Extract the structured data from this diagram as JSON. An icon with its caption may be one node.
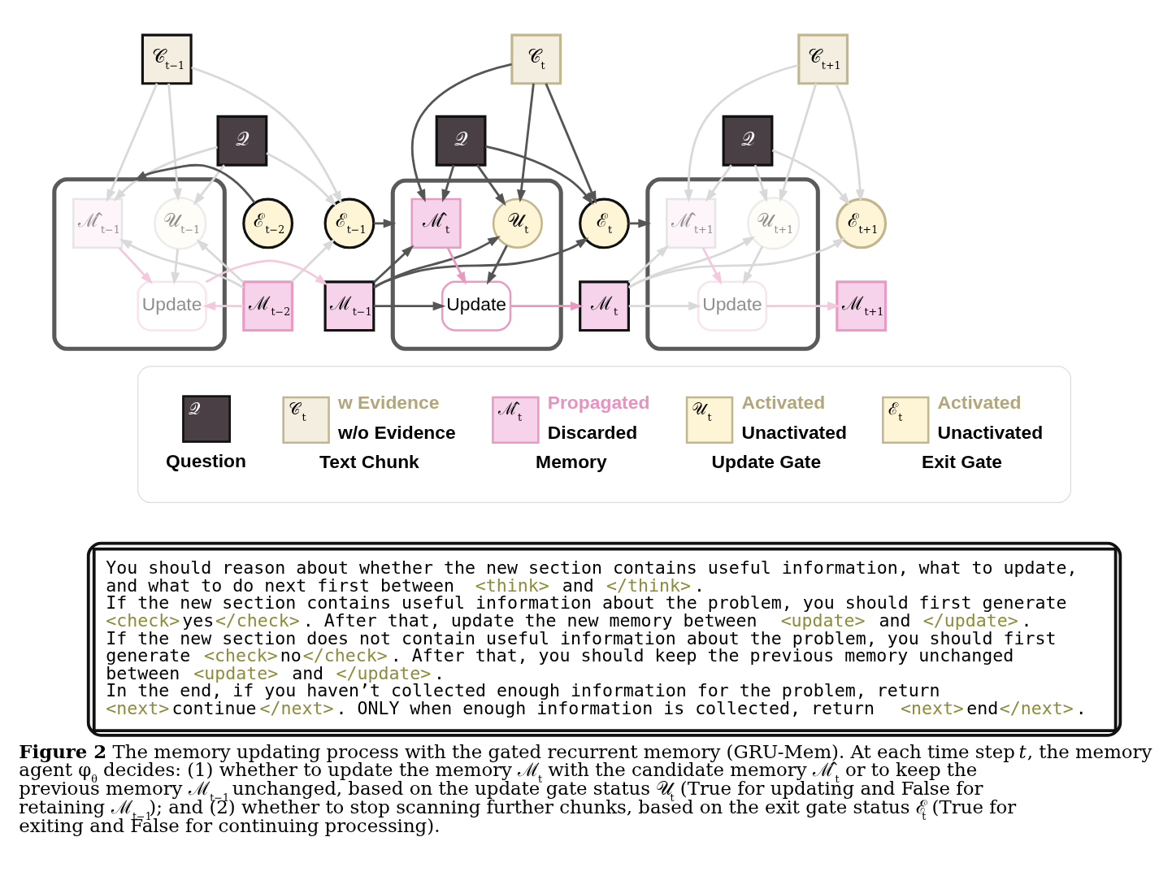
{
  "diagram": {
    "caption": "**Figure 2** The memory updating process with the gated recurrent memory (GRU-Mem). At each time step *t*, the memory agent φ$_{θ}$ decides: (1) whether to update the memory ℳ$_{t}$ with the candidate memory ℳ̂$_{t}$ or to keep the previous memory ℳ$_{t−1}$ unchanged, based on the update gate status 𝒰$_{t}$ (True for updating and False for retaining ℳ$_{t−1}$); and (2) whether to stop scanning further chunks, based on the exit gate status ℰ$_{t}$ (True for exiting and False for continuing processing).",
    "nodes": [
      {
        "text": [
          "𝒞$_{t−1}$"
        ]
      },
      {
        "text": [
          "𝒬"
        ]
      },
      {
        "text": [
          "ℰ$_{t−2}$"
        ]
      },
      {
        "text": [
          "ℳ$_{t−2}$"
        ]
      },
      {
        "text": [],
        "shape": "box"
      },
      {
        "text": [
          "ℳ̂$_{t−1}$"
        ],
        "in": 4
      },
      {
        "text": [
          "𝒰$_{t−1}$"
        ],
        "in": 4
      },
      {
        "text": [
          "Update"
        ],
        "in": 4
      },
      {
        "text": [
          "𝒬"
        ]
      },
      {
        "text": [
          "ℰ$_{t−1}$"
        ]
      },
      {
        "text": [
          "ℳ$_{t−1}$"
        ]
      },
      {
        "text": [
          "𝒞$_{t}$"
        ]
      },
      {
        "text": [],
        "shape": "box"
      },
      {
        "text": [
          "ℳ̂$_{t}$"
        ],
        "in": 12
      },
      {
        "text": [
          "𝒰$_{t}$"
        ],
        "in": 12
      },
      {
        "text": [
          "Update"
        ],
        "in": 12
      },
      {
        "text": [
          "𝒬"
        ]
      },
      {
        "text": [
          "ℰ$_{t}$"
        ]
      },
      {
        "text": [
          "ℳ$_{t}$"
        ]
      },
      {
        "text": [
          "𝒞$_{t+1}$"
        ]
      },
      {
        "text": [],
        "shape": "box"
      },
      {
        "text": [
          "ℳ̂$_{t+1}$"
        ],
        "in": 20
      },
      {
        "text": [
          "𝒰$_{t+1}$"
        ],
        "in": 20
      },
      {
        "text": [
          "Update"
        ],
        "in": 20
      },
      {
        "text": [
          "ℰ$_{t+1}$"
        ]
      },
      {
        "text": [
          "ℳ$_{t+1}$"
        ]
      }
    ],
    "edges": [
      {
        "from": 0,
        "to": 5,
        "arrow": "to",
        "color": "#d9d9d9"
      },
      {
        "from": 0,
        "to": 6,
        "arrow": "to",
        "color": "#d9d9d9"
      },
      {
        "from": 0,
        "to": 9,
        "arrow": "to",
        "color": "#d9d9d9"
      },
      {
        "from": 1,
        "to": 5,
        "arrow": "to",
        "color": "#d9d9d9"
      },
      {
        "from": 1,
        "to": 6,
        "arrow": "to",
        "color": "#d9d9d9"
      },
      {
        "from": 1,
        "to": 9,
        "arrow": "to",
        "color": "#d9d9d9"
      },
      {
        "from": 3,
        "to": 5,
        "arrow": "to",
        "color": "#d9d9d9"
      },
      {
        "from": 3,
        "to": 6,
        "arrow": "to",
        "color": "#d9d9d9"
      },
      {
        "from": 3,
        "to": 9,
        "arrow": "to",
        "color": "#d9d9d9"
      },
      {
        "from": 3,
        "to": 7,
        "arrow": "to",
        "color": "#f3c9dd"
      },
      {
        "from": 5,
        "to": 7,
        "arrow": "to",
        "color": "#f3c9dd"
      },
      {
        "from": 6,
        "to": 7,
        "arrow": "to",
        "color": "#d9d9d9"
      },
      {
        "from": 7,
        "to": 10,
        "arrow": "to",
        "color": "#f3c9dd"
      },
      {
        "from": 2,
        "to": 4,
        "arrow": "to",
        "color": "#555555"
      },
      {
        "from": 11,
        "to": 13,
        "arrow": "to",
        "color": "#555555"
      },
      {
        "from": 11,
        "to": 14,
        "arrow": "to",
        "color": "#555555"
      },
      {
        "from": 11,
        "to": 17,
        "arrow": "to",
        "color": "#555555"
      },
      {
        "from": 8,
        "to": 13,
        "arrow": "to",
        "color": "#555555"
      },
      {
        "from": 8,
        "to": 14,
        "arrow": "to",
        "color": "#555555"
      },
      {
        "from": 8,
        "to": 17,
        "arrow": "to",
        "color": "#555555"
      },
      {
        "from": 10,
        "to": 13,
        "arrow": "to",
        "color": "#555555"
      },
      {
        "from": 10,
        "to": 14,
        "arrow": "to",
        "color": "#555555"
      },
      {
        "from": 10,
        "to": 17,
        "arrow": "to",
        "color": "#555555"
      },
      {
        "from": 10,
        "to": 15,
        "arrow": "to",
        "color": "#555555"
      },
      {
        "from": 13,
        "to": 15,
        "arrow": "to",
        "color": "#e899bf"
      },
      {
        "from": 14,
        "to": 15,
        "arrow": "to",
        "color": "#555555"
      },
      {
        "from": 15,
        "to": 18,
        "arrow": "to",
        "color": "#e899bf"
      },
      {
        "from": 9,
        "to": 12,
        "arrow": "to",
        "color": "#555555"
      },
      {
        "from": 19,
        "to": 21,
        "arrow": "to",
        "color": "#d9d9d9"
      },
      {
        "from": 19,
        "to": 22,
        "arrow": "to",
        "color": "#d9d9d9"
      },
      {
        "from": 19,
        "to": 24,
        "arrow": "to",
        "color": "#d9d9d9"
      },
      {
        "from": 16,
        "to": 21,
        "arrow": "to",
        "color": "#d9d9d9"
      },
      {
        "from": 16,
        "to": 22,
        "arrow": "to",
        "color": "#d9d9d9"
      },
      {
        "from": 16,
        "to": 24,
        "arrow": "to",
        "color": "#d9d9d9"
      },
      {
        "from": 18,
        "to": 21,
        "arrow": "to",
        "color": "#d9d9d9"
      },
      {
        "from": 18,
        "to": 22,
        "arrow": "to",
        "color": "#d9d9d9"
      },
      {
        "from": 18,
        "to": 24,
        "arrow": "to",
        "color": "#d9d9d9"
      },
      {
        "from": 18,
        "to": 23,
        "arrow": "to",
        "color": "#d9d9d9"
      },
      {
        "from": 21,
        "to": 23,
        "arrow": "to",
        "color": "#f3c9dd"
      },
      {
        "from": 22,
        "to": 23,
        "arrow": "to",
        "color": "#d9d9d9"
      },
      {
        "from": 23,
        "to": 25,
        "arrow": "to",
        "color": "#f3c9dd"
      },
      {
        "from": 17,
        "to": 20,
        "arrow": "to",
        "color": "#555555"
      }
    ],
    "labels": [
      "𝒬",
      "𝒞$_{t}$",
      "ℳ̂$_{t}$",
      "𝒰$_{t}$",
      "ℰ$_{t}$",
      "You should reason about whether the new section contains useful information, what to update, and what to do next first between <think> and </think>.",
      "If the new section contains useful information about the problem, you should first generate <check>yes</check>. After that, update the new memory between <update> and </update>.",
      "If the new section does not contain useful information about the problem, you should first generate <check>no</check>. After that, you should keep the previous memory unchanged between <update> and </update>.",
      "In the end, if you haven’t collected enough information for the problem, return <next>continue</next>. ONLY when enough information is collected, return <next>end</next>."
    ],
    "legend": [
      {
        "text": "Question"
      },
      {
        "text": "w Evidence"
      },
      {
        "text": "w/o Evidence"
      },
      {
        "text": "Text Chunk"
      },
      {
        "text": "Propagated"
      },
      {
        "text": "Discarded"
      },
      {
        "text": "Memory"
      },
      {
        "text": "Activated"
      },
      {
        "text": "Unactivated"
      },
      {
        "text": "Update Gate"
      },
      {
        "text": "Activated"
      },
      {
        "text": "Unactivated"
      },
      {
        "text": "Exit Gate"
      }
    ]
  }
}
